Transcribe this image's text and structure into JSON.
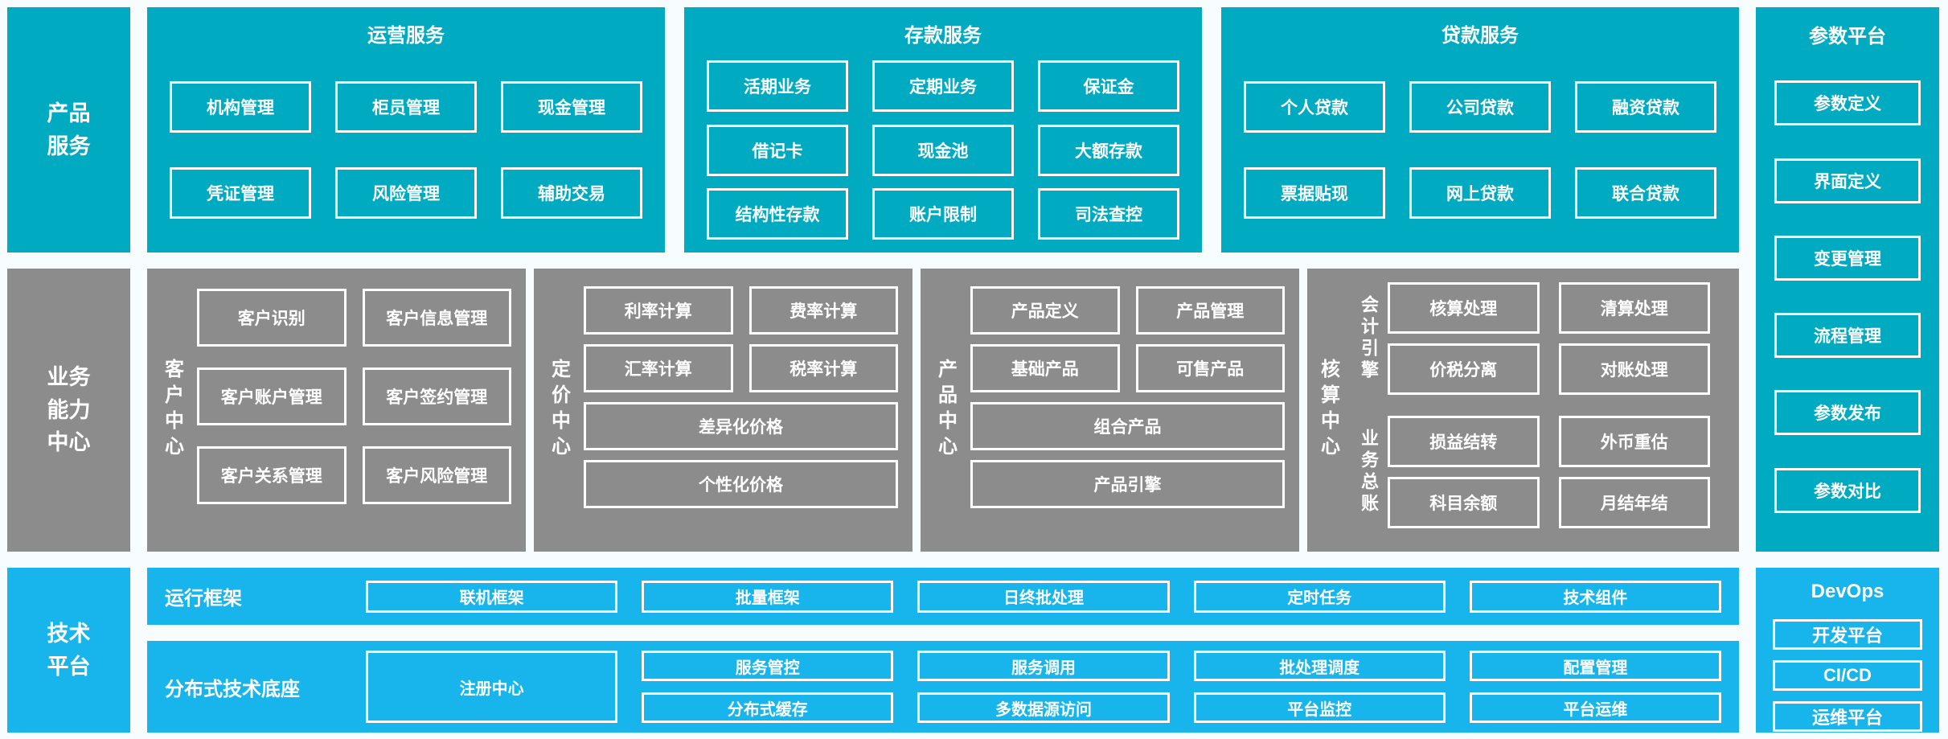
{
  "colors": {
    "teal": "#00ABC2",
    "bright_blue": "#17B5EB",
    "gray": "#8C8C8C",
    "box_border": "#FFFFFF",
    "text": "#FFFFFF",
    "page_background": "#F7FCFE"
  },
  "rails": {
    "product": {
      "label": "产品服务",
      "lines": [
        "产品",
        "服务"
      ]
    },
    "business": {
      "label": "业务能力中心",
      "lines": [
        "业务",
        "能力",
        "中心"
      ]
    },
    "tech": {
      "label": "技术平台",
      "lines": [
        "技术",
        "平台"
      ]
    }
  },
  "top_panels": [
    {
      "title": "运营服务",
      "boxes": [
        "机构管理",
        "柜员管理",
        "现金管理",
        "凭证管理",
        "风险管理",
        "辅助交易"
      ]
    },
    {
      "title": "存款服务",
      "boxes": [
        "活期业务",
        "定期业务",
        "保证金",
        "借记卡",
        "现金池",
        "大额存款",
        "结构性存款",
        "账户限制",
        "司法查控"
      ]
    },
    {
      "title": "贷款服务",
      "boxes": [
        "个人贷款",
        "公司贷款",
        "融资贷款",
        "票据贴现",
        "网上贷款",
        "联合贷款"
      ]
    }
  ],
  "param_platform": {
    "title": "参数平台",
    "boxes": [
      "参数定义",
      "界面定义",
      "变更管理",
      "流程管理",
      "参数发布",
      "参数对比"
    ]
  },
  "capability": {
    "customer": {
      "label": "客户中心",
      "boxes": [
        "客户识别",
        "客户信息管理",
        "客户账户管理",
        "客户签约管理",
        "客户关系管理",
        "客户风险管理"
      ]
    },
    "pricing": {
      "label": "定价中心",
      "grid": [
        "利率计算",
        "费率计算",
        "汇率计算",
        "税率计算"
      ],
      "wide": [
        "差异化价格",
        "个性化价格"
      ]
    },
    "product": {
      "label": "产品中心",
      "grid": [
        "产品定义",
        "产品管理",
        "基础产品",
        "可售产品"
      ],
      "wide": [
        "组合产品",
        "产品引擎"
      ]
    },
    "accounting": {
      "label": "核算中心",
      "groups": [
        {
          "label": "会计引擎",
          "boxes": [
            "核算处理",
            "清算处理",
            "价税分离",
            "对账处理"
          ]
        },
        {
          "label": "业务总账",
          "boxes": [
            "损益结转",
            "外币重估",
            "科目余额",
            "月结年结"
          ]
        }
      ]
    }
  },
  "runtime": {
    "label": "运行框架",
    "boxes": [
      "联机框架",
      "批量框架",
      "日终批处理",
      "定时任务",
      "技术组件"
    ]
  },
  "distributed": {
    "label": "分布式技术底座",
    "tall_box": "注册中心",
    "rows": [
      [
        "服务管控",
        "服务调用",
        "批处理调度",
        "配置管理"
      ],
      [
        "分布式缓存",
        "多数据源访问",
        "平台监控",
        "平台运维"
      ]
    ]
  },
  "devops": {
    "title": "DevOps",
    "boxes": [
      "开发平台",
      "CI/CD",
      "运维平台"
    ]
  }
}
